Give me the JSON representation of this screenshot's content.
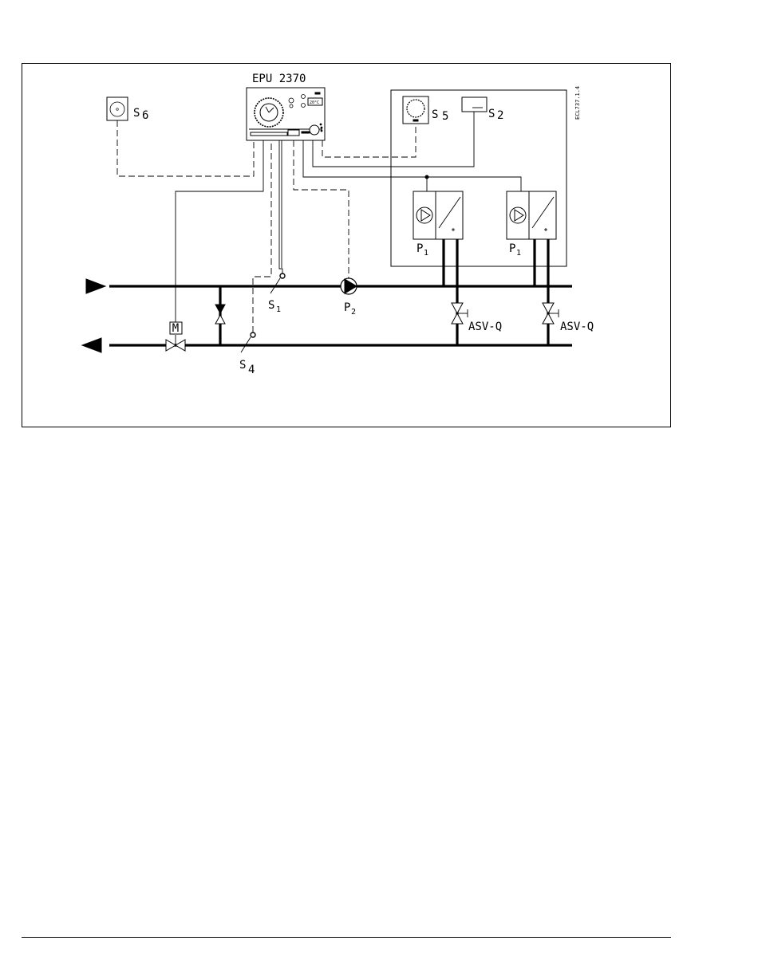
{
  "diagram": {
    "controller_label": "EPU 2370",
    "drawing_code": "ECL737.1.4",
    "controller_display": "20°C",
    "sensors": {
      "s1": {
        "letter": "S",
        "sub": "1"
      },
      "s2": {
        "letter": "S",
        "sub": "2"
      },
      "s4": {
        "letter": "S",
        "sub": "4"
      },
      "s5": {
        "letter": "S",
        "sub": "5"
      },
      "s6": {
        "letter": "S",
        "sub": "6"
      }
    },
    "pumps": {
      "p1_left": {
        "letter": "P",
        "sub": "1"
      },
      "p1_right": {
        "letter": "P",
        "sub": "1"
      },
      "p2": {
        "letter": "P",
        "sub": "2"
      }
    },
    "motor_valve_label": "M",
    "balancing_valve_label": "ASV-Q"
  }
}
